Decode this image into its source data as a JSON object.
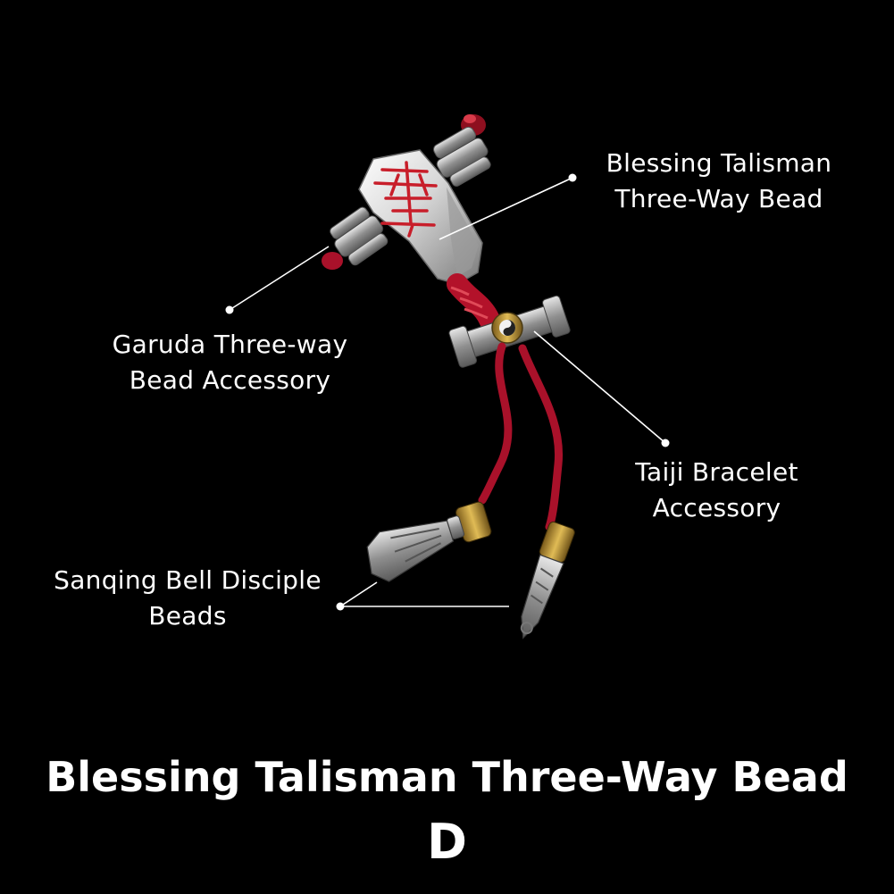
{
  "callouts": {
    "blessing_bead": [
      "Blessing Talisman",
      "Three-Way Bead"
    ],
    "garuda_bead": [
      "Garuda Three-way",
      "Bead Accessory"
    ],
    "taiji_accessory": [
      "Taiji Bracelet",
      "Accessory"
    ],
    "sanqing_beads": [
      "Sanqing Bell Disciple",
      "Beads"
    ]
  },
  "product": {
    "title": "Blessing Talisman Three-Way Bead",
    "variant": "D"
  },
  "colors": {
    "background": "#000000",
    "cord": "#b3122a",
    "silver": "#c9c9c9",
    "gold": "#b8912f",
    "glyph": "#c81e2a"
  }
}
